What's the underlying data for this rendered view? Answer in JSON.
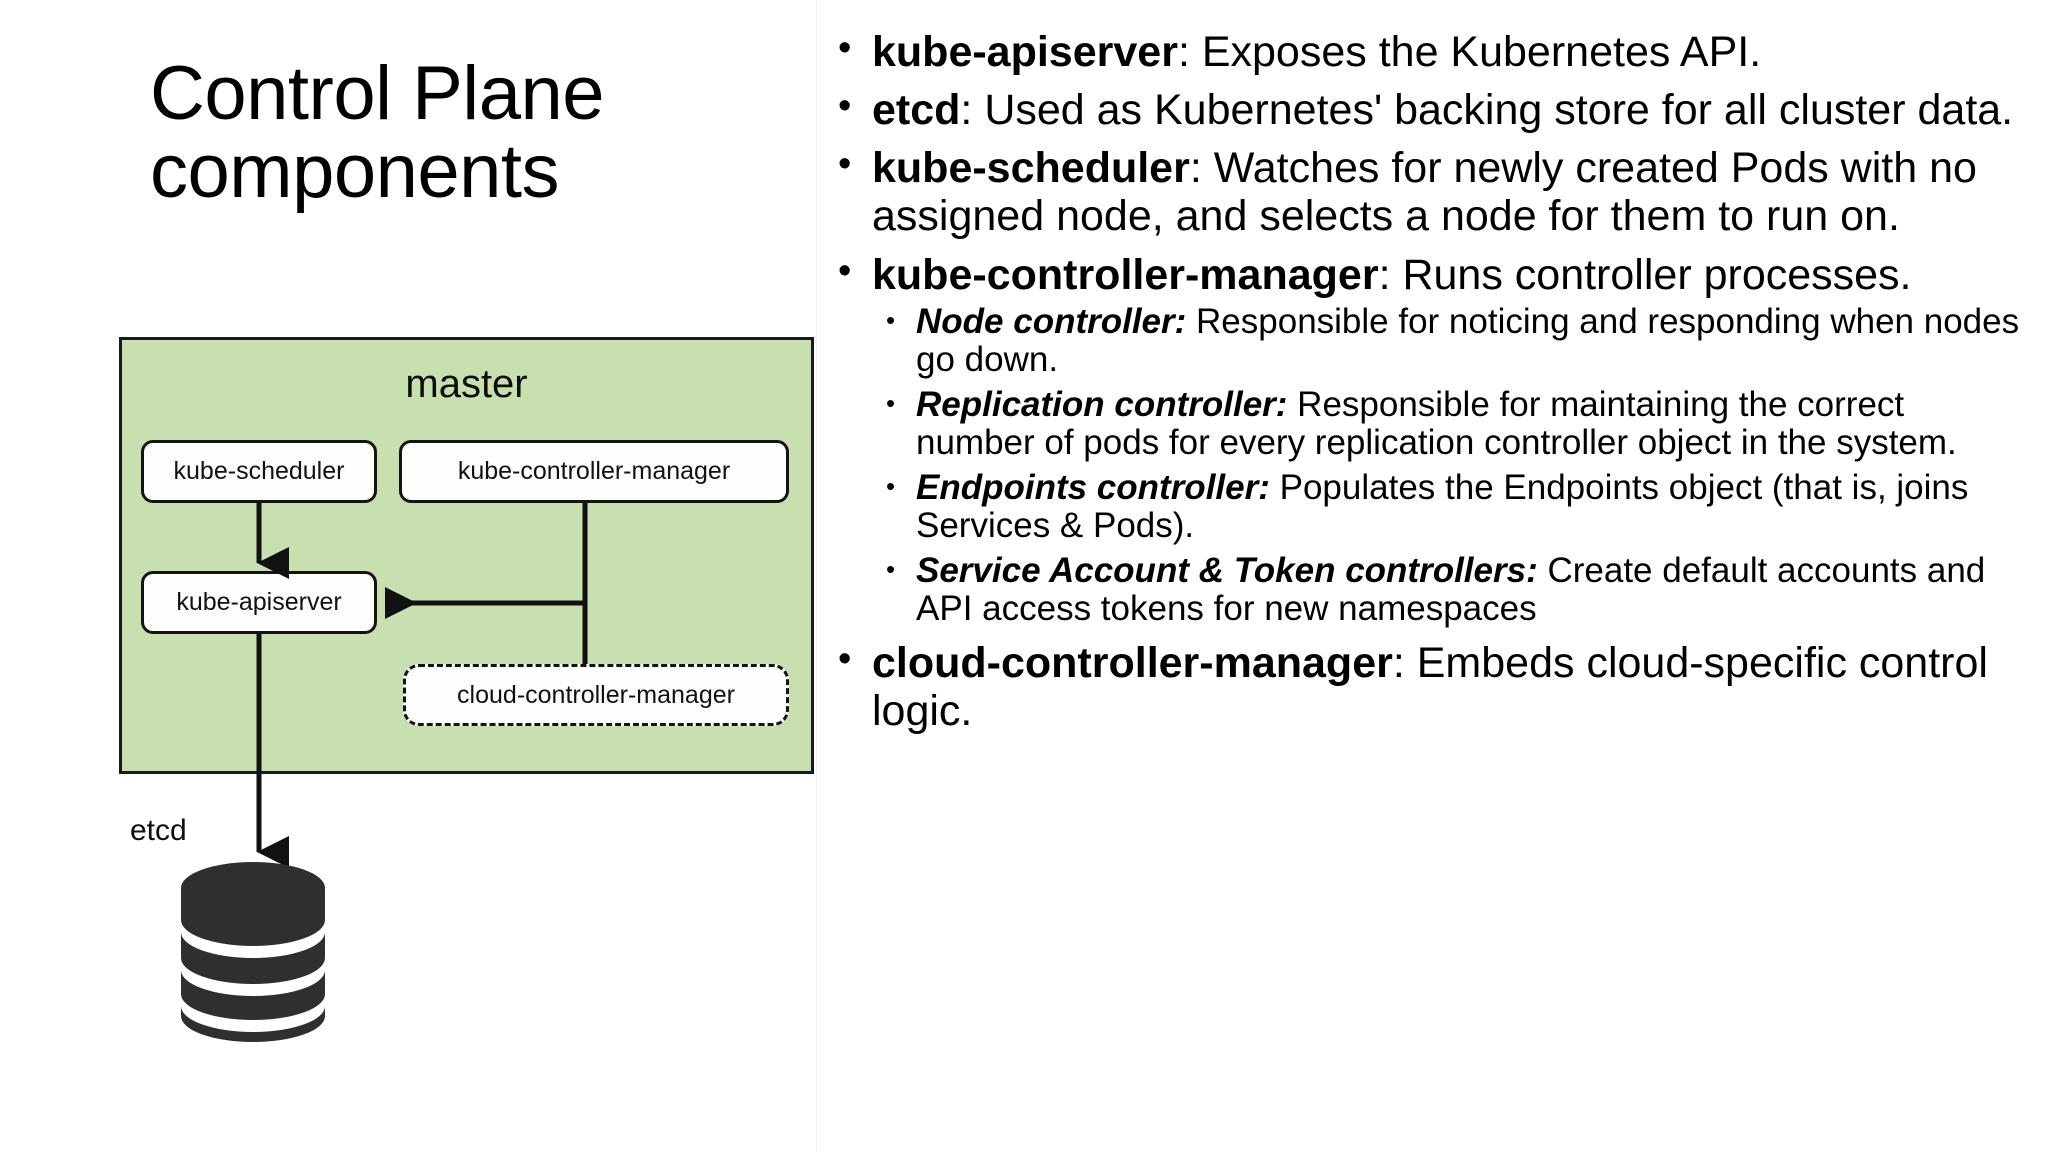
{
  "slide": {
    "title": "Control Plane\ncomponents",
    "background_color": "#ffffff"
  },
  "diagram": {
    "container_label": "master",
    "container_fill_color": "#c8e0b0",
    "container_border_color": "#1a1a1a",
    "boxes": [
      {
        "id": "kube-scheduler",
        "label": "kube-scheduler",
        "style": "solid"
      },
      {
        "id": "kube-controller-manager",
        "label": "kube-controller-manager",
        "style": "solid"
      },
      {
        "id": "kube-apiserver",
        "label": "kube-apiserver",
        "style": "solid"
      },
      {
        "id": "cloud-controller-manager",
        "label": "cloud-controller-manager",
        "style": "dashed"
      }
    ],
    "edges": [
      {
        "from": "kube-scheduler",
        "to": "kube-apiserver",
        "arrow": "down"
      },
      {
        "from": "kube-controller-manager",
        "to": "kube-apiserver",
        "arrow": "left"
      },
      {
        "from": "cloud-controller-manager",
        "to": "kube-apiserver",
        "arrow": "left"
      },
      {
        "from": "kube-apiserver",
        "to": "etcd",
        "arrow": "down"
      }
    ],
    "etcd": {
      "label": "etcd",
      "icon": "database-cylinder-icon",
      "color": "#2f2f2f"
    }
  },
  "content": {
    "bullets": [
      {
        "marker": "•",
        "term": "kube-apiserver",
        "text": ": Exposes the Kubernetes API."
      },
      {
        "marker": "•",
        "term": "etcd",
        "text": ": Used as Kubernetes' backing store for all cluster data."
      },
      {
        "marker": "•",
        "term": "kube-scheduler",
        "text": ": Watches for newly created Pods with no assigned node, and selects a node for them to run on."
      },
      {
        "marker": "•",
        "term": "kube-controller-manager",
        "text": ": Runs controller processes.",
        "sub_bullets": [
          {
            "marker": "•",
            "term": "Node controller:",
            "text": " Responsible for noticing and responding when nodes go down."
          },
          {
            "marker": "•",
            "term": "Replication controller:",
            "text": " Responsible for maintaining the correct number of pods for every replication controller object in the system."
          },
          {
            "marker": "•",
            "term": "Endpoints controller:",
            "text": " Populates the Endpoints object (that is, joins Services & Pods)."
          },
          {
            "marker": "•",
            "term": "Service Account & Token controllers:",
            "text": " Create default accounts and API access tokens for new namespaces"
          }
        ]
      },
      {
        "marker": "•",
        "term": "cloud-controller-manager",
        "text": ": Embeds cloud-specific control logic."
      }
    ]
  }
}
